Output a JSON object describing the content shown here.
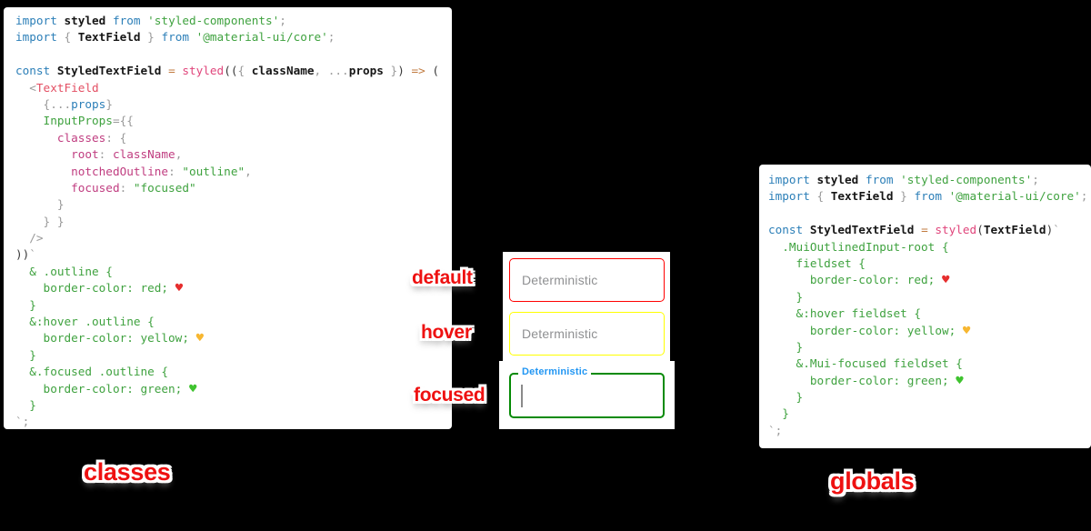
{
  "palette": {
    "kw": "#2c7fb8",
    "tx": "#161616",
    "pun": "#9a9a9a",
    "par": "#3a3a3a",
    "str": "#3fa23f",
    "css": "#3fa23f",
    "attr": "#3fa23f",
    "fn": "#e0457b",
    "tag": "#e34f63",
    "op": "#c17a3f",
    "key": "#c03d80",
    "hr": "#e62e2e",
    "hy": "#f7b731",
    "hg": "#3fc32f",
    "field_border_default": "#ff0000",
    "field_border_hover": "#ffff00",
    "field_border_focused": "#048a04",
    "focused_label_color": "#2196f3",
    "annotation_color": "#ee1111"
  },
  "annotations": {
    "default": "default",
    "hover": "hover",
    "focused": "focused",
    "classes": "classes",
    "globals": "globals"
  },
  "fields": {
    "default": {
      "label": "Deterministic",
      "state": "default",
      "border": "red"
    },
    "hover": {
      "label": "Deterministic",
      "state": "hover",
      "border": "yellow"
    },
    "focused": {
      "label": "Deterministic",
      "state": "focused",
      "border": "green",
      "value": ""
    }
  },
  "left_code": {
    "lines": [
      [
        {
          "c": "kw",
          "t": "import"
        },
        {
          "c": "tx",
          "t": " styled "
        },
        {
          "c": "kw",
          "t": "from"
        },
        {
          "c": "tx",
          "t": " "
        },
        {
          "c": "str",
          "t": "'styled-components'"
        },
        {
          "c": "pun",
          "t": ";"
        }
      ],
      [
        {
          "c": "kw",
          "t": "import"
        },
        {
          "c": "pun",
          "t": " { "
        },
        {
          "c": "tx",
          "t": "TextField"
        },
        {
          "c": "pun",
          "t": " } "
        },
        {
          "c": "kw",
          "t": "from"
        },
        {
          "c": "tx",
          "t": " "
        },
        {
          "c": "str",
          "t": "'@material-ui/core'"
        },
        {
          "c": "pun",
          "t": ";"
        }
      ],
      [],
      [
        {
          "c": "kw",
          "t": "const"
        },
        {
          "c": "tx",
          "t": " StyledTextField "
        },
        {
          "c": "op",
          "t": "="
        },
        {
          "c": "tx",
          "t": " "
        },
        {
          "c": "fn",
          "t": "styled"
        },
        {
          "c": "par",
          "t": "(("
        },
        {
          "c": "pun",
          "t": "{ "
        },
        {
          "c": "tx",
          "t": "className"
        },
        {
          "c": "pun",
          "t": ", ..."
        },
        {
          "c": "tx",
          "t": "props"
        },
        {
          "c": "pun",
          "t": " }"
        },
        {
          "c": "par",
          "t": ")"
        },
        {
          "c": "tx",
          "t": " "
        },
        {
          "c": "op",
          "t": "=>"
        },
        {
          "c": "tx",
          "t": " "
        },
        {
          "c": "par",
          "t": "("
        }
      ],
      [
        {
          "c": "pun",
          "t": "  <"
        },
        {
          "c": "tag",
          "t": "TextField"
        }
      ],
      [
        {
          "c": "pun",
          "t": "    {..."
        },
        {
          "c": "kw",
          "t": "props"
        },
        {
          "c": "pun",
          "t": "}"
        }
      ],
      [
        {
          "c": "attr",
          "t": "    InputProps"
        },
        {
          "c": "pun",
          "t": "={{"
        }
      ],
      [
        {
          "c": "key",
          "t": "      classes"
        },
        {
          "c": "pun",
          "t": ": {"
        }
      ],
      [
        {
          "c": "key",
          "t": "        root"
        },
        {
          "c": "pun",
          "t": ": "
        },
        {
          "c": "key",
          "t": "className"
        },
        {
          "c": "pun",
          "t": ","
        }
      ],
      [
        {
          "c": "key",
          "t": "        notchedOutline"
        },
        {
          "c": "pun",
          "t": ": "
        },
        {
          "c": "str",
          "t": "\"outline\""
        },
        {
          "c": "pun",
          "t": ","
        }
      ],
      [
        {
          "c": "key",
          "t": "        focused"
        },
        {
          "c": "pun",
          "t": ": "
        },
        {
          "c": "str",
          "t": "\"focused\""
        }
      ],
      [
        {
          "c": "pun",
          "t": "      }"
        }
      ],
      [
        {
          "c": "pun",
          "t": "    } }"
        }
      ],
      [
        {
          "c": "pun",
          "t": "  />"
        }
      ],
      [
        {
          "c": "par",
          "t": "))"
        },
        {
          "c": "pun",
          "t": "`"
        }
      ],
      [
        {
          "c": "css",
          "t": "  & .outline {"
        }
      ],
      [
        {
          "c": "css",
          "t": "    border-color: red; "
        },
        {
          "c": "hr",
          "t": "♥"
        }
      ],
      [
        {
          "c": "css",
          "t": "  }"
        }
      ],
      [
        {
          "c": "css",
          "t": "  &:hover .outline {"
        }
      ],
      [
        {
          "c": "css",
          "t": "    border-color: yellow; "
        },
        {
          "c": "hy",
          "t": "♥"
        }
      ],
      [
        {
          "c": "css",
          "t": "  }"
        }
      ],
      [
        {
          "c": "css",
          "t": "  &.focused .outline {"
        }
      ],
      [
        {
          "c": "css",
          "t": "    border-color: green; "
        },
        {
          "c": "hg",
          "t": "♥"
        }
      ],
      [
        {
          "c": "css",
          "t": "  }"
        }
      ],
      [
        {
          "c": "pun",
          "t": "`;"
        }
      ]
    ]
  },
  "right_code": {
    "lines": [
      [
        {
          "c": "kw",
          "t": "import"
        },
        {
          "c": "tx",
          "t": " styled "
        },
        {
          "c": "kw",
          "t": "from"
        },
        {
          "c": "tx",
          "t": " "
        },
        {
          "c": "str",
          "t": "'styled-components'"
        },
        {
          "c": "pun",
          "t": ";"
        }
      ],
      [
        {
          "c": "kw",
          "t": "import"
        },
        {
          "c": "pun",
          "t": " { "
        },
        {
          "c": "tx",
          "t": "TextField"
        },
        {
          "c": "pun",
          "t": " } "
        },
        {
          "c": "kw",
          "t": "from"
        },
        {
          "c": "tx",
          "t": " "
        },
        {
          "c": "str",
          "t": "'@material-ui/core'"
        },
        {
          "c": "pun",
          "t": ";"
        }
      ],
      [],
      [
        {
          "c": "kw",
          "t": "const"
        },
        {
          "c": "tx",
          "t": " StyledTextField "
        },
        {
          "c": "op",
          "t": "="
        },
        {
          "c": "tx",
          "t": " "
        },
        {
          "c": "fn",
          "t": "styled"
        },
        {
          "c": "par",
          "t": "("
        },
        {
          "c": "tx",
          "t": "TextField"
        },
        {
          "c": "par",
          "t": ")"
        },
        {
          "c": "pun",
          "t": "`"
        }
      ],
      [
        {
          "c": "css",
          "t": "  .MuiOutlinedInput-root {"
        }
      ],
      [
        {
          "c": "css",
          "t": "    fieldset {"
        }
      ],
      [
        {
          "c": "css",
          "t": "      border-color: red; "
        },
        {
          "c": "hr",
          "t": "♥"
        }
      ],
      [
        {
          "c": "css",
          "t": "    }"
        }
      ],
      [
        {
          "c": "css",
          "t": "    &:hover fieldset {"
        }
      ],
      [
        {
          "c": "css",
          "t": "      border-color: yellow; "
        },
        {
          "c": "hy",
          "t": "♥"
        }
      ],
      [
        {
          "c": "css",
          "t": "    }"
        }
      ],
      [
        {
          "c": "css",
          "t": "    &.Mui-focused fieldset {"
        }
      ],
      [
        {
          "c": "css",
          "t": "      border-color: green; "
        },
        {
          "c": "hg",
          "t": "♥"
        }
      ],
      [
        {
          "c": "css",
          "t": "    }"
        }
      ],
      [
        {
          "c": "css",
          "t": "  }"
        }
      ],
      [
        {
          "c": "pun",
          "t": "`;"
        }
      ]
    ]
  }
}
